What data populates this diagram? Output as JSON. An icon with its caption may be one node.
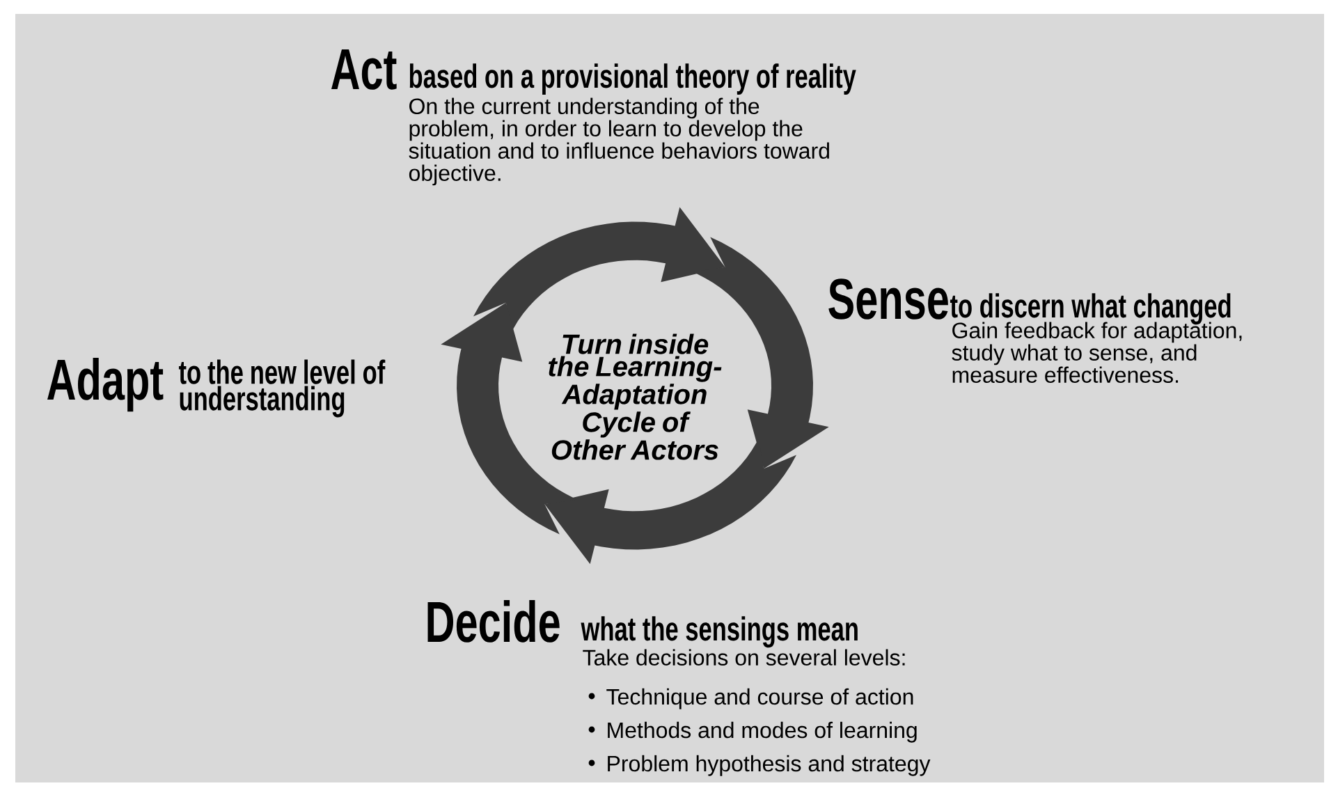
{
  "diagram": {
    "labels": [
      "Act",
      "based on a provisional theory of reality",
      "On the current understanding of the problem, in order to learn to develop the situation and to influence behaviors toward objective.",
      "Sense",
      "to discern what changed",
      "Gain feedback for adaptation, study what to sense, and measure effectiveness.",
      "Adapt",
      "to the new level of understanding",
      "Turn inside the Learning-Adaptation Cycle of Other Actors",
      "Decide",
      "what the sensings mean",
      "Take decisions on several levels:",
      "Technique and course of action",
      "Methods and modes of learning",
      "Problem hypothesis and strategy"
    ]
  }
}
